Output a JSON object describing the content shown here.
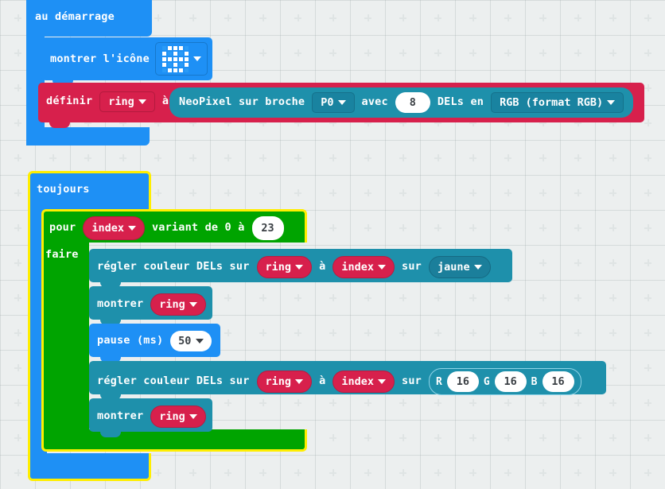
{
  "workspace": {
    "background_color": "#ecefef",
    "grid_color": "#dfe4e4"
  },
  "blocks": {
    "on_start": {
      "label": "au démarrage",
      "color": "#1e90f5",
      "children": {
        "show_icon": {
          "label": "montrer l'icône",
          "color": "#1e90f5",
          "icon_name": "led-matrix-icon",
          "icon_pattern": [
            [
              0,
              1,
              1,
              1,
              0
            ],
            [
              1,
              0,
              1,
              0,
              1
            ],
            [
              1,
              1,
              1,
              1,
              1
            ],
            [
              1,
              0,
              1,
              0,
              1
            ],
            [
              0,
              1,
              1,
              1,
              0
            ]
          ],
          "dropdown": "chevron-down-icon"
        },
        "set_variable": {
          "label_set": "définir",
          "variable": "ring",
          "label_to": "à",
          "color": "#d7204c",
          "value": {
            "label_prefix": "NeoPixel sur broche",
            "pin": "P0",
            "label_with": "avec",
            "led_count": "8",
            "label_leds": "DELs en",
            "mode": "RGB (format RGB)",
            "color": "#1e90ab"
          }
        }
      }
    },
    "forever": {
      "label": "toujours",
      "color": "#1e90f5",
      "selected_outline": "#ffee00",
      "children": {
        "for_loop": {
          "label_for": "pour",
          "variable": "index",
          "label_range": "variant de 0 à",
          "limit": "23",
          "label_do": "faire",
          "color": "#00a400",
          "body": [
            {
              "type": "set_pixel_color",
              "label_prefix": "régler couleur DELs sur",
              "strip": "ring",
              "label_at": "à",
              "index": "index",
              "label_to": "sur",
              "color_value": "jaune",
              "color": "#1e90ab"
            },
            {
              "type": "show",
              "label": "montrer",
              "strip": "ring",
              "color": "#1e90ab"
            },
            {
              "type": "pause",
              "label": "pause (ms)",
              "value": "50",
              "color": "#1e90f5"
            },
            {
              "type": "set_pixel_rgb",
              "label_prefix": "régler couleur DELs sur",
              "strip": "ring",
              "label_at": "à",
              "index": "index",
              "label_to": "sur",
              "rgb": {
                "r_label": "R",
                "r": "16",
                "g_label": "G",
                "g": "16",
                "b_label": "B",
                "b": "16"
              },
              "color": "#1e90ab"
            },
            {
              "type": "show",
              "label": "montrer",
              "strip": "ring",
              "color": "#1e90ab"
            }
          ]
        }
      }
    }
  }
}
